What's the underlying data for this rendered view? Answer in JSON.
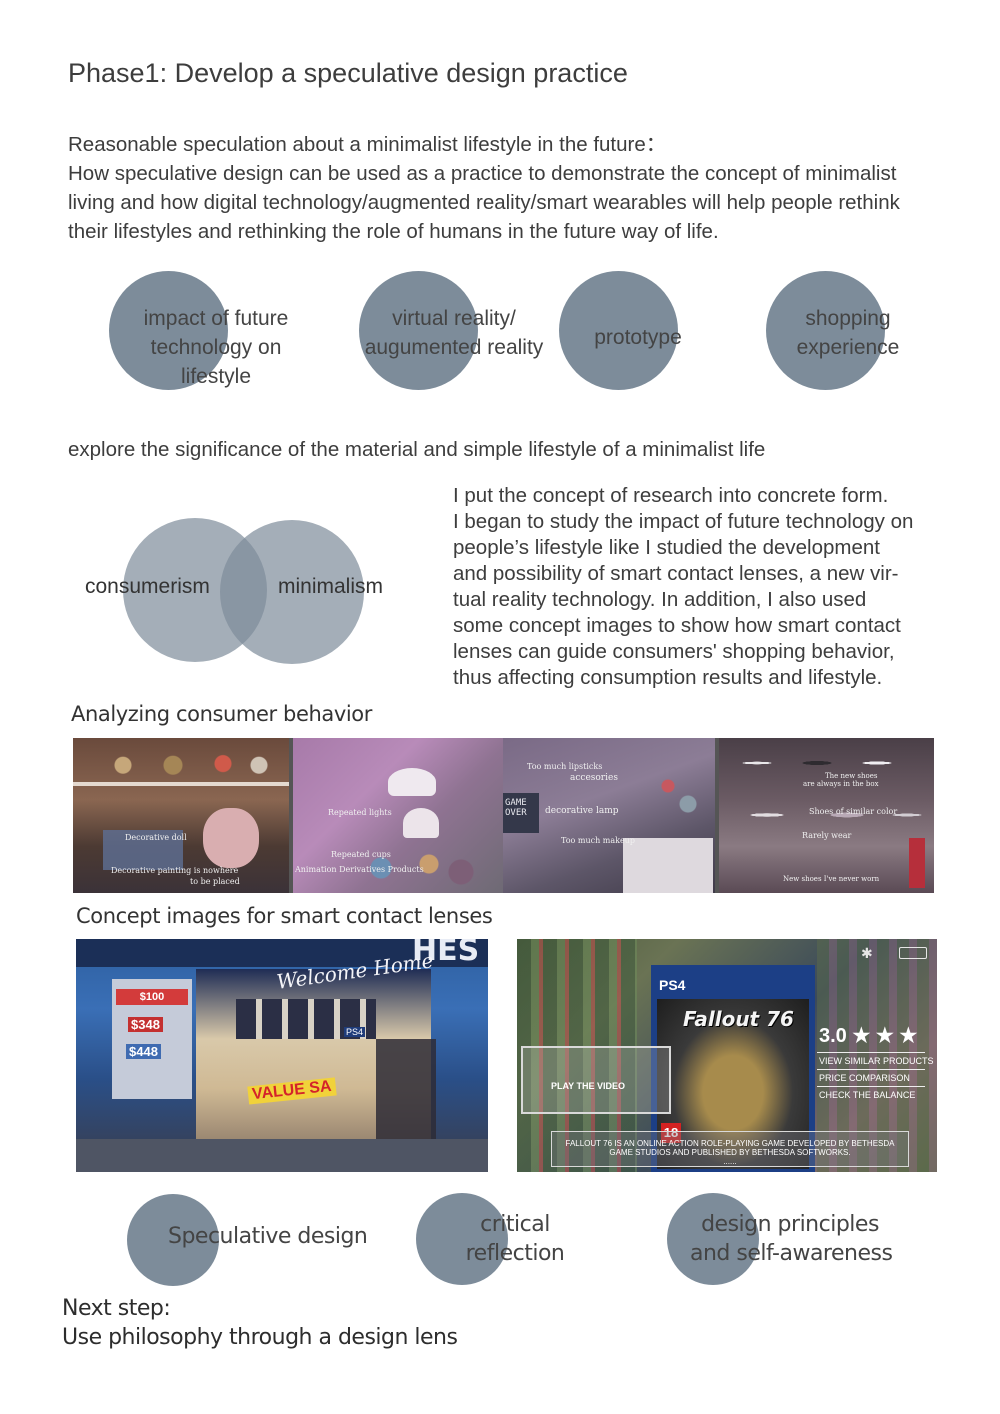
{
  "title": "Phase1: Develop a speculative design practice",
  "intro": {
    "line1": "Reasonable speculation about a minimalist lifestyle in the future：",
    "line2": "How speculative design can be used as a practice to demonstrate the concept of minimalist",
    "line3": "living and how digital technology/augmented reality/smart wearables will help people rethink",
    "line4": "their lifestyles and rethinking the role of humans in the future way of life."
  },
  "topics": [
    {
      "line1": "impact of future",
      "line2": "technology on",
      "line3": "lifestyle"
    },
    {
      "line1": "virtual reality/",
      "line2": "augumented reality"
    },
    {
      "line1": "prototype"
    },
    {
      "line1": "shopping",
      "line2": "experience"
    }
  ],
  "explore_text": "explore the significance of the material and simple lifestyle of a minimalist life",
  "venn": {
    "left": "consumerism",
    "right": "minimalism"
  },
  "paragraph": [
    "I put the concept of research into concrete form.",
    "I began to study the impact of future technology on",
    "people’s lifestyle like I studied the development",
    "and possibility of smart contact lenses, a new vir-",
    "tual reality technology. In addition, I also used",
    "some concept images to show how smart contact",
    "lenses can guide consumers' shopping behavior,",
    "thus affecting consumption results and lifestyle."
  ],
  "analyzing_heading": "Analyzing consumer behavior",
  "photo_annotations": {
    "p1": {
      "a": "Decorative doll",
      "b": "Decorative painting is nowhere",
      "c": "to be placed"
    },
    "p2": {
      "a": "Repeated lights",
      "b": "Repeated cups",
      "c": "Animation Derivatives Products"
    },
    "p3": {
      "a": "Too much lipsticks",
      "b": "accesories",
      "c": "decorative lamp",
      "d": "Too much makeup",
      "e": "GAME",
      "f": "OVER"
    },
    "p4": {
      "a": "The new shoes",
      "b": "are always in the box",
      "c": "Shoes of similar color",
      "d": "Rarely wear",
      "e": "New shoes I've never worn"
    }
  },
  "concept_heading": "Concept images for smart contact lenses",
  "store": {
    "sign": "Welcome Home",
    "banner": "HES",
    "price1": "$100",
    "price2": "$348",
    "price3": "$448",
    "sale": "VALUE SA",
    "ps4": "PS4"
  },
  "ar": {
    "ps4": "PS4",
    "game": "Fallout 76",
    "rating": "3.0 ★ ★ ★",
    "menu1": "VIEW SIMILAR PRODUCTS",
    "menu2": "PRICE COMPARISON",
    "menu3": "CHECK THE BALANCE",
    "play": "PLAY THE VIDEO",
    "age": "18",
    "desc1": "FALLOUT 76 IS AN ONLINE ACTION ROLE-PLAYING GAME DEVELOPED BY BETHESDA",
    "desc2": "GAME STUDIOS AND PUBLISHED BY BETHESDA SOFTWORKS.",
    "desc3": "......"
  },
  "bottom": [
    {
      "line1": "Speculative design"
    },
    {
      "line1": "critical",
      "line2": "reflection"
    },
    {
      "line1": "design principles",
      "line2": "and self-awareness"
    }
  ],
  "next": {
    "line1": "Next step:",
    "line2": "Use philosophy through a design lens"
  },
  "colors": {
    "circle": "#7d8c9a",
    "text": "#3d3d3d"
  }
}
